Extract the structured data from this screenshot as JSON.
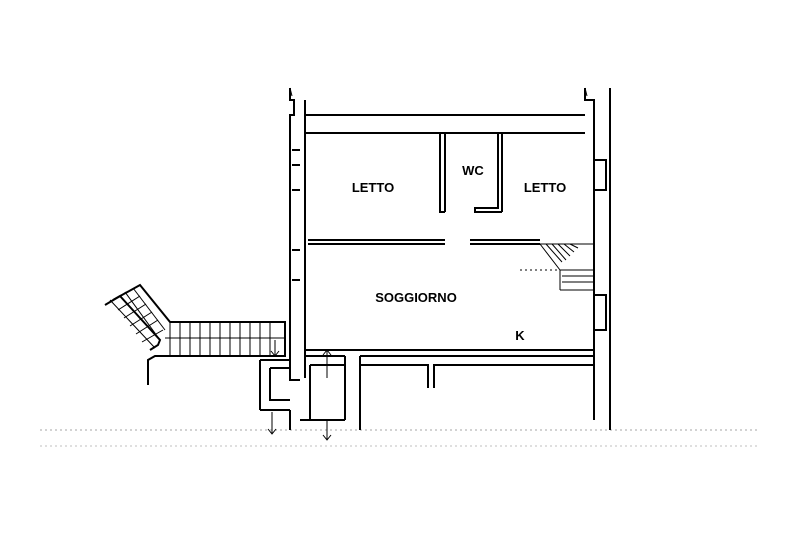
{
  "floor_plan": {
    "rooms": [
      {
        "id": "letto-left",
        "label": "LETTO"
      },
      {
        "id": "wc",
        "label": "WC"
      },
      {
        "id": "letto-right",
        "label": "LETTO"
      },
      {
        "id": "soggiorno",
        "label": "SOGGIORNO"
      },
      {
        "id": "kitchen",
        "label": "K"
      }
    ]
  }
}
